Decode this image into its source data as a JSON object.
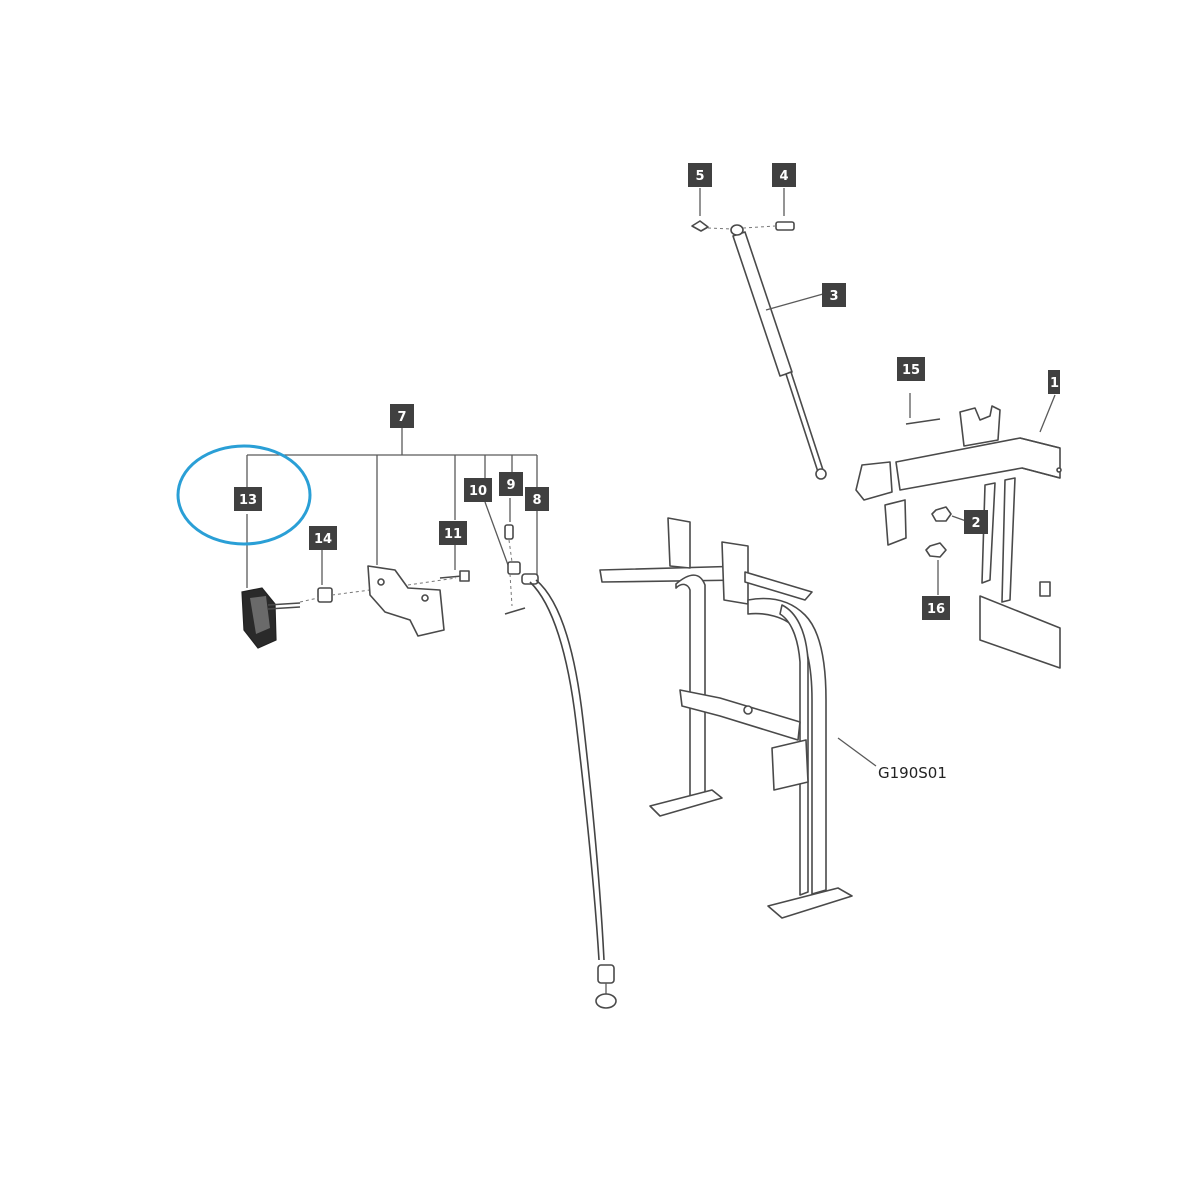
{
  "callouts": {
    "c1": "1",
    "c2": "2",
    "c3": "3",
    "c4": "4",
    "c5": "5",
    "c7": "7",
    "c8": "8",
    "c9": "9",
    "c10": "10",
    "c11": "11",
    "c13": "13",
    "c14": "14",
    "c15": "15",
    "c16": "16"
  },
  "reference": "G190S01",
  "highlight": {
    "target": "13",
    "color": "#2a9fd6"
  }
}
